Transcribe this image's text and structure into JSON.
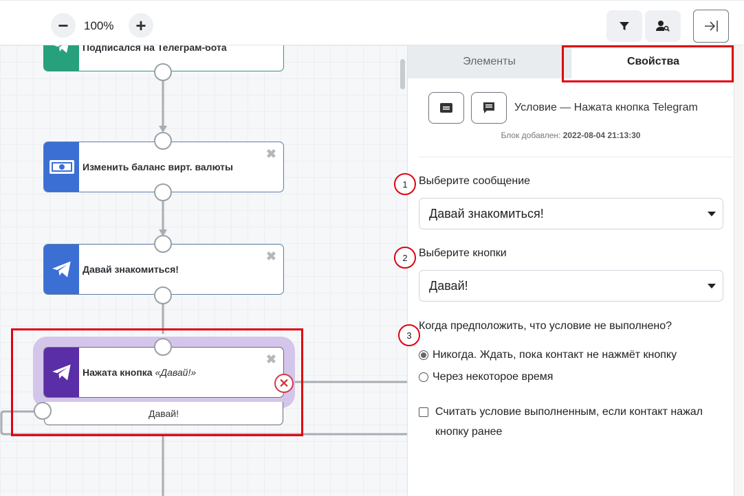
{
  "toolbar": {
    "zoom_out": "−",
    "zoom_level": "100%",
    "zoom_in": "+",
    "icons": [
      "filter-icon",
      "user-search-icon",
      "collapse-panel-icon"
    ]
  },
  "flow": {
    "nodes": [
      {
        "title": "Подписался на Телеграм-бота",
        "icon": "telegram-icon",
        "color": "#26a17b"
      },
      {
        "title": "Изменить баланс вирт. валюты",
        "icon": "banknote-icon",
        "color": "#3b6fd4"
      },
      {
        "title": "Давай знакомиться!",
        "icon": "telegram-icon",
        "color": "#3b6fd4"
      },
      {
        "title": "Нажата кнопка",
        "title_quote": "«Давай!»",
        "icon": "telegram-icon",
        "color": "#5a2ea6"
      }
    ],
    "button_row": "Давай!",
    "close_glyph": "✖",
    "delete_glyph": "✕"
  },
  "panel": {
    "tabs": {
      "elements": "Элементы",
      "properties": "Свойства"
    },
    "condition_title": "Условие — Нажата кнопка Telegram",
    "block_added_label": "Блок добавлен:",
    "block_added_value": "2022-08-04 21:13:30",
    "steps": [
      "1",
      "2",
      "3"
    ],
    "message_label": "Выберите сообщение",
    "message_value": "Давай знакомиться!",
    "buttons_label": "Выберите кнопки",
    "buttons_value": "Давай!",
    "fail_question": "Когда предположить, что условие не выполнено?",
    "radio_never": "Никогда. Ждать, пока контакт не нажмёт кнопку",
    "radio_after": "Через некоторое время",
    "checkbox_label": "Считать условие выполненным, если контакт нажал кнопку ранее"
  },
  "colors": {
    "accent_red": "#e00010",
    "selected_halo": "#d4c6ea"
  }
}
